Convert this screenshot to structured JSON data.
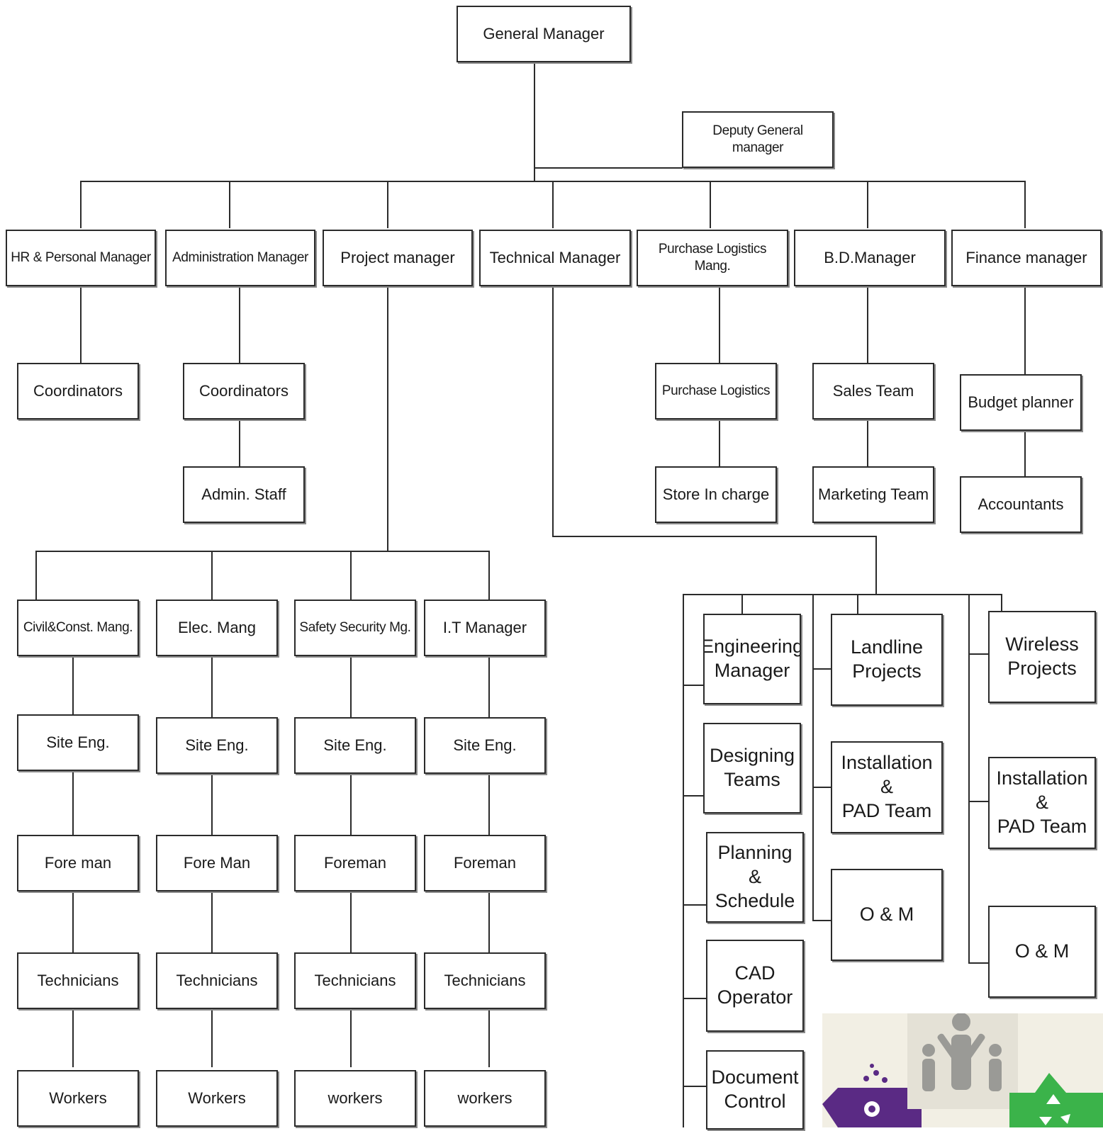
{
  "org_chart": {
    "top": {
      "general_manager": "General Manager",
      "deputy_general_manager": "Deputy General manager"
    },
    "departments": [
      "HR & Personal Manager",
      "Administration Manager",
      "Project manager",
      "Technical Manager",
      "Purchase Logistics Mang.",
      "B.D.Manager",
      "Finance manager"
    ],
    "department_staff": {
      "hr_coordinators": "Coordinators",
      "admin_coordinators": "Coordinators",
      "admin_staff": "Admin. Staff",
      "purchase_logistics": "Purchase Logistics",
      "store_incharge": "Store In charge",
      "sales_team": "Sales Team",
      "marketing_team": "Marketing Team",
      "budget_planner": "Budget planner",
      "accountants": "Accountants"
    },
    "project_divisions": [
      {
        "manager": "Civil&Const. Mang.",
        "site_eng": "Site Eng.",
        "foreman": "Fore man",
        "technicians": "Technicians",
        "workers": "Workers"
      },
      {
        "manager": "Elec.  Mang",
        "site_eng": "Site Eng.",
        "foreman": "Fore Man",
        "technicians": "Technicians",
        "workers": "Workers"
      },
      {
        "manager": "Safety Security Mg.",
        "site_eng": "Site Eng.",
        "foreman": "Foreman",
        "technicians": "Technicians",
        "workers": "workers"
      },
      {
        "manager": "I.T Manager",
        "site_eng": "Site Eng.",
        "foreman": "Foreman",
        "technicians": "Technicians",
        "workers": "workers"
      }
    ],
    "technical_groups": {
      "engineering": [
        "Engineering\nManager",
        "Designing\nTeams",
        "Planning &\nSchedule",
        "CAD Operator",
        "Document\nControl"
      ],
      "landline": [
        "Landline\nProjects",
        "Installation &\nPAD Team",
        "O & M"
      ],
      "wireless": [
        "Wireless\nProjects",
        "Installation &\nPAD Team",
        "O & M"
      ]
    },
    "colors": {
      "line": "#2b2b2b",
      "box_border": "#2b2b2b",
      "shadow": "#8a8a8a",
      "deco_purple": "#5a2a84",
      "deco_gray": "#9a9a96",
      "deco_green": "#3bb34a"
    },
    "decoration_icons": [
      "purple-house-icon",
      "family-people-icon",
      "green-recycle-icon"
    ]
  }
}
